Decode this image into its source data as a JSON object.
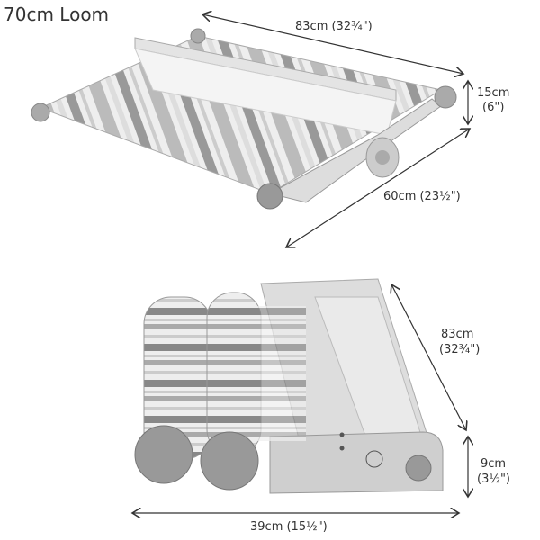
{
  "title": "70cm Loom",
  "top_view": {
    "width_label": "83cm (32¾\")",
    "height_label_cm": "15cm",
    "height_label_in": "(6\")",
    "depth_label": "60cm (23½\")"
  },
  "folded_view": {
    "length_label_cm": "83cm",
    "length_label_in": "(32¾\")",
    "height_label_cm": "9cm",
    "height_label_in": "(3½\")",
    "depth_label": "39cm (15½\")"
  }
}
